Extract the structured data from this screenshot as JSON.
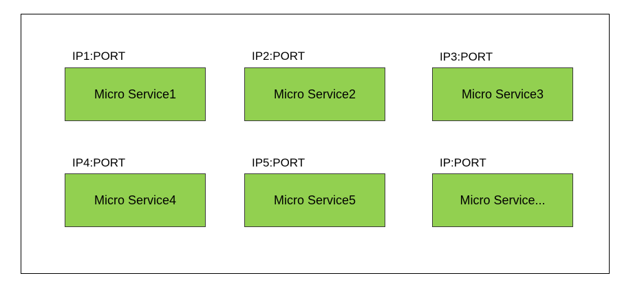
{
  "colors": {
    "box_fill": "#92d050",
    "box_border": "#3a3a3a",
    "frame_border": "#000000"
  },
  "services": [
    {
      "address": "IP1:PORT",
      "name": "Micro Service1"
    },
    {
      "address": "IP2:PORT",
      "name": "Micro Service2"
    },
    {
      "address": "IP3:PORT",
      "name": "Micro Service3"
    },
    {
      "address": "IP4:PORT",
      "name": "Micro Service4"
    },
    {
      "address": "IP5:PORT",
      "name": "Micro Service5"
    },
    {
      "address": "IP:PORT",
      "name": "Micro Service..."
    }
  ]
}
